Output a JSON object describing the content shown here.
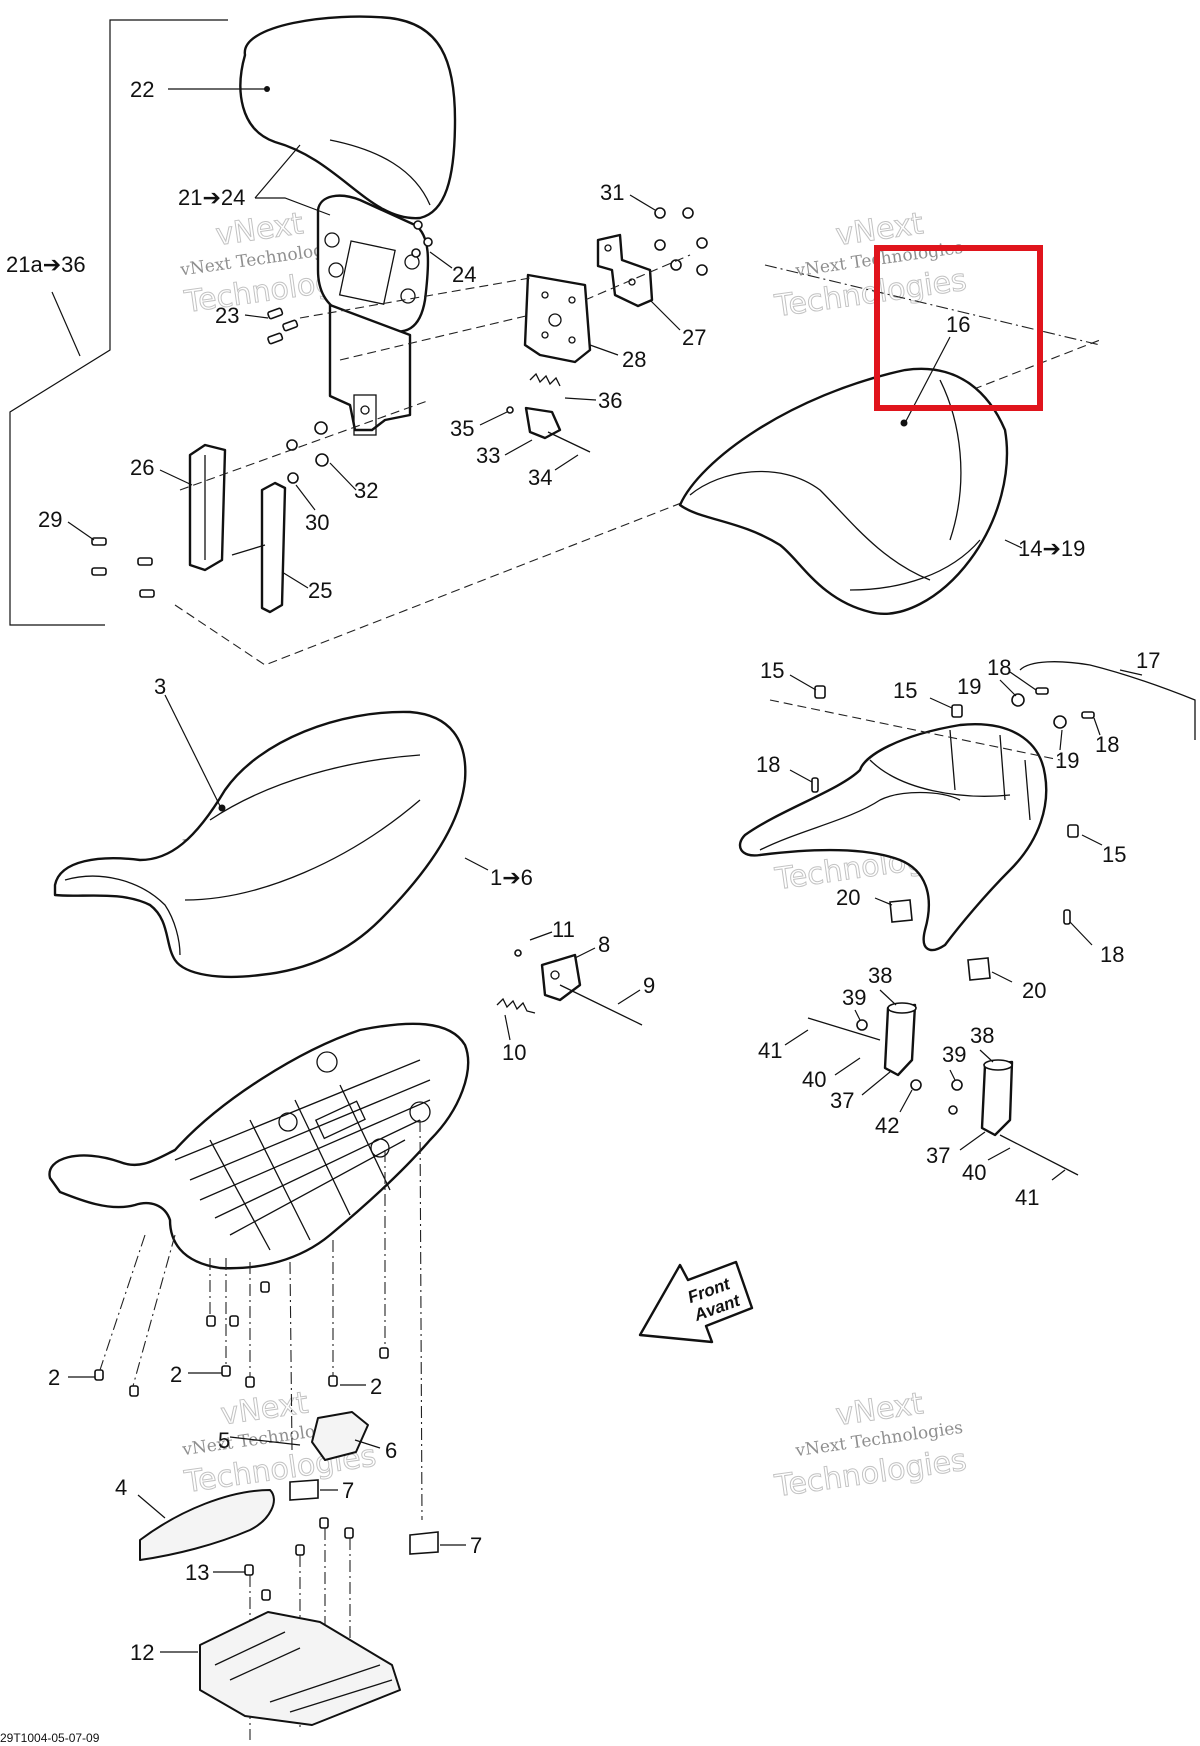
{
  "labels": {
    "l22": "22",
    "l21_24": "21➔24",
    "l21a_36": "21a➔36",
    "l24": "24",
    "l23": "23",
    "l31": "31",
    "l27": "27",
    "l28": "28",
    "l36": "36",
    "l35": "35",
    "l33": "33",
    "l34": "34",
    "l26": "26",
    "l32": "32",
    "l29": "29",
    "l30": "30",
    "l25": "25",
    "l16": "16",
    "l14_19": "14➔19",
    "l15a": "15",
    "l15b": "15",
    "l15c": "15",
    "l18a": "18",
    "l18b": "18",
    "l18c": "18",
    "l18d": "18",
    "l19a": "19",
    "l19b": "19",
    "l17": "17",
    "l20a": "20",
    "l20b": "20",
    "l3": "3",
    "l1_6": "1➔6",
    "l11": "11",
    "l8": "8",
    "l9": "9",
    "l10": "10",
    "l38a": "38",
    "l39a": "39",
    "l41a": "41",
    "l40a": "40",
    "l37a": "37",
    "l42": "42",
    "l38b": "38",
    "l39b": "39",
    "l37b": "37",
    "l40b": "40",
    "l41b": "41",
    "l2a": "2",
    "l2b": "2",
    "l2c": "2",
    "l5": "5",
    "l6": "6",
    "l7a": "7",
    "l7b": "7",
    "l4": "4",
    "l13": "13",
    "l12": "12"
  },
  "front_arrow": {
    "line1": "Front",
    "line2": "Avant"
  },
  "watermark": {
    "small": "vNext Technologies",
    "large1": "vNext",
    "large2": "Technologies"
  },
  "drawing_code": "29T1004-05-07-09",
  "highlight_color": "#e0141c"
}
